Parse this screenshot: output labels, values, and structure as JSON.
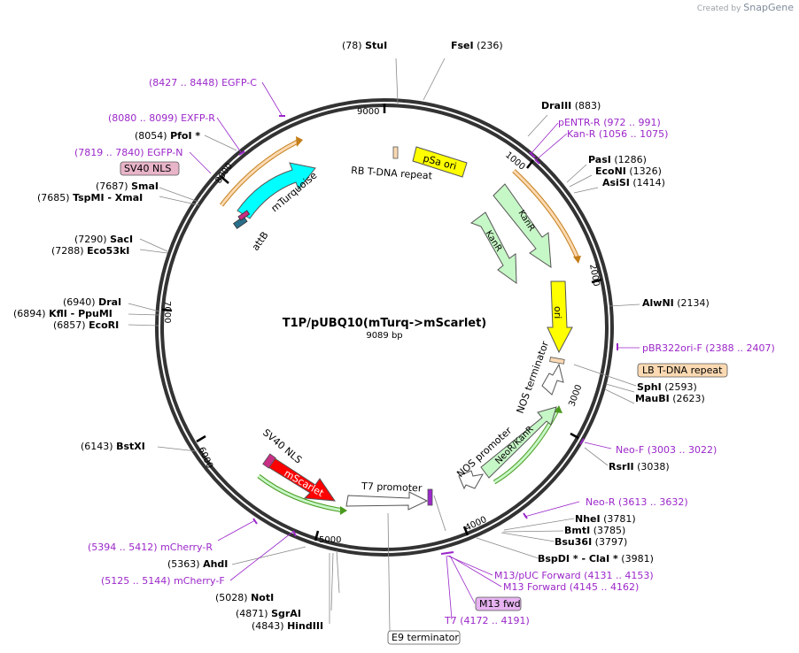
{
  "credit": {
    "prefix": "Created by",
    "brand": "SnapGene"
  },
  "map": {
    "title": "T1P/pUBQ10(mTurq->mScarlet)",
    "subtitle": "9089 bp"
  },
  "ticks": [
    "1000",
    "2000",
    "3000",
    "4000",
    "5000",
    "6000",
    "7000",
    "8000",
    "9000"
  ],
  "colors": {
    "enzyme": "#000000",
    "primer": "#9b27c9",
    "feature_cyan": "#00ffff",
    "feature_yellow": "#ffff00",
    "feature_green": "#c6f7c6",
    "feature_red": "#ff0000",
    "feature_white": "#ffffff",
    "box_pink": "#e8b4c8",
    "box_orange": "#fbd9b2",
    "box_purple": "#e6b3f0"
  },
  "enzymes": [
    {
      "name": "StuI",
      "pos": "(78)"
    },
    {
      "name": "FseI",
      "pos": "(236)"
    },
    {
      "name": "DraIII",
      "pos": "(883)"
    },
    {
      "name": "PasI",
      "pos": "(1286)"
    },
    {
      "name": "EcoNI",
      "pos": "(1326)"
    },
    {
      "name": "AsiSI",
      "pos": "(1414)"
    },
    {
      "name": "AlwNI",
      "pos": "(2134)"
    },
    {
      "name": "SphI",
      "pos": "(2593)"
    },
    {
      "name": "MauBI",
      "pos": "(2623)"
    },
    {
      "name": "RsrII",
      "pos": "(3038)"
    },
    {
      "name": "NheI",
      "pos": "(3781)"
    },
    {
      "name": "BmtI",
      "pos": "(3785)"
    },
    {
      "name": "Bsu36I",
      "pos": "(3797)"
    },
    {
      "name": "BspDI * - ClaI *",
      "pos": "(3981)"
    },
    {
      "name": "NotI",
      "pos": "(5028)"
    },
    {
      "name": "SgrAI",
      "pos": "(4871)"
    },
    {
      "name": "HindIII",
      "pos": "(4843)"
    },
    {
      "name": "AhdI",
      "pos": "(5363)"
    },
    {
      "name": "BstXI",
      "pos": "(6143)"
    },
    {
      "name": "EcoRI",
      "pos": "(6857)"
    },
    {
      "name": "KflI - PpuMI",
      "pos": "(6894)"
    },
    {
      "name": "DraI",
      "pos": "(6940)"
    },
    {
      "name": "Eco53kI",
      "pos": "(7288)"
    },
    {
      "name": "SacI",
      "pos": "(7290)"
    },
    {
      "name": "TspMI - XmaI",
      "pos": "(7685)"
    },
    {
      "name": "SmaI",
      "pos": "(7687)"
    },
    {
      "name": "PfoI *",
      "pos": "(8054)"
    }
  ],
  "primers": [
    {
      "name": "EGFP-C",
      "range": "(8427 .. 8448)"
    },
    {
      "name": "EXFP-R",
      "range": "(8080 .. 8099)"
    },
    {
      "name": "EGFP-N",
      "range": "(7819 .. 7840)"
    },
    {
      "name": "pENTR-R",
      "range": "(972 .. 991)"
    },
    {
      "name": "Kan-R",
      "range": "(1056 .. 1075)"
    },
    {
      "name": "pBR322ori-F",
      "range": "(2388 .. 2407)"
    },
    {
      "name": "Neo-F",
      "range": "(3003 .. 3022)"
    },
    {
      "name": "Neo-R",
      "range": "(3613 .. 3632)"
    },
    {
      "name": "M13/pUC Forward",
      "range": "(4131 .. 4153)"
    },
    {
      "name": "M13 Forward",
      "range": "(4145 .. 4162)"
    },
    {
      "name": "T7",
      "range": "(4172 .. 4191)"
    },
    {
      "name": "mCherry-R",
      "range": "(5394 .. 5412)"
    },
    {
      "name": "mCherry-F",
      "range": "(5125 .. 5144)"
    }
  ],
  "boxed_labels": {
    "sv40_nls": "SV40 NLS",
    "lb_tdna": "LB T-DNA repeat",
    "m13_fwd": "M13 fwd",
    "e9_terminator": "E9 terminator"
  },
  "features": {
    "psa_ori": "pSa ori",
    "rb_tdna": "RB T-DNA repeat",
    "kanr_1": "KanR",
    "kanr_2": "KanR",
    "ori": "ori",
    "nos_terminator": "NOS terminator",
    "neor_kanr": "NeoR/KanR",
    "nos_promoter": "NOS promoter",
    "t7_promoter": "T7 promoter",
    "mscarlet": "mScarlet",
    "sv40_nls_inner": "SV40 NLS",
    "mturquoise": "mTurquoise",
    "attb": "attB"
  }
}
